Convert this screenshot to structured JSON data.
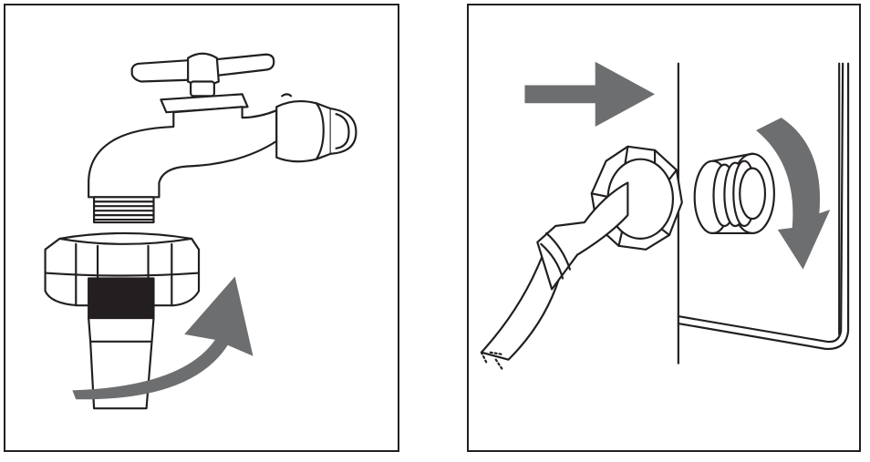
{
  "panels": [
    {
      "step": "attach-hose-nut-to-tap",
      "arrow_direction": "clockwise-up",
      "components": [
        "tap-handle",
        "tap-spout",
        "threaded-outlet",
        "hose-coupling-nut",
        "rubber-seal-band",
        "water-hose"
      ]
    },
    {
      "step": "attach-hose-to-machine-inlet",
      "arrow_direction": "right-then-clockwise",
      "components": [
        "push-arrow",
        "hex-nut",
        "threaded-inlet",
        "machine-back-panel",
        "curved-hose"
      ]
    }
  ],
  "colors": {
    "line": "#231f20",
    "arrow": "#6d6e70",
    "band": "#231f20",
    "background": "#ffffff"
  }
}
